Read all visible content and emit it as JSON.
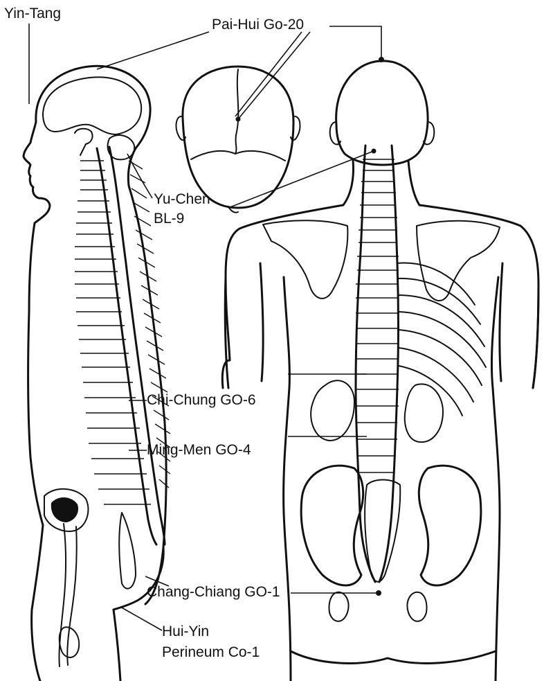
{
  "labels": {
    "yin_tang": "Yin-Tang",
    "pai_hui": "Pai-Hui Go-20",
    "yu_chen_1": "Yu-Chen",
    "yu_chen_2": "BL-9",
    "chi_chung": "Chi-Chung GO-6",
    "ming_men": "Ming-Men GO-4",
    "chang_chiang": "Chang-Chiang GO-1",
    "hui_yin_1": "Hui-Yin",
    "hui_yin_2": "Perineum Co-1"
  },
  "colors": {
    "ink": "#111111",
    "background": "#ffffff"
  }
}
